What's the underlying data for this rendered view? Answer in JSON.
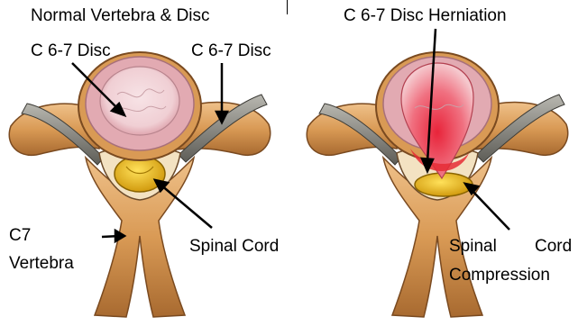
{
  "panels": {
    "normal": {
      "heading": "Normal Vertebra & Disc",
      "disc_left": "C 6-7 Disc",
      "disc_right": "C 6-7 Disc",
      "vertebra_line1": "C7",
      "vertebra_line2": "Vertebra",
      "spinal_cord": "Spinal Cord"
    },
    "herniation": {
      "heading": "C 6-7 Disc Herniation",
      "compression_word1": "Spinal",
      "compression_word2": "Cord",
      "compression_line2": "Compression"
    }
  },
  "colors": {
    "bone": "#d99a55",
    "disc_ring": "#e2aab2",
    "nucleus": "#f2d6da",
    "nerve": "#7d7c76",
    "cord": "#e8b820",
    "herniation": "#e52b35"
  }
}
